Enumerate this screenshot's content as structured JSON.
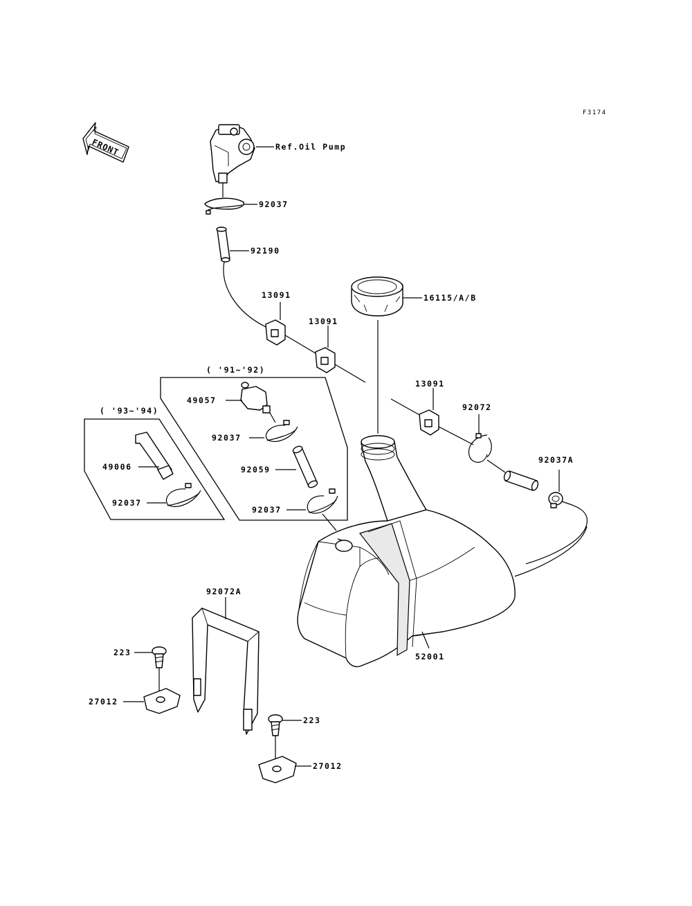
{
  "figure_code": "F3174",
  "front_label": "FRONT",
  "groups": {
    "g91_92": "( '91~'92)",
    "g93_94": "( '93~'94)"
  },
  "labels": {
    "oil_pump": "Ref.Oil Pump",
    "clamp_92037_top": "92037",
    "hose_92190": "92190",
    "clip_13091_a": "13091",
    "clip_13091_b": "13091",
    "clip_13091_c": "13091",
    "cap_16115": "16115/A/B",
    "clamp_92072": "92072",
    "clamp_92037A": "92037A",
    "filter_49057": "49057",
    "clamp_92037_mid": "92037",
    "hose_92059": "92059",
    "clamp_92037_low": "92037",
    "strainer_49006": "49006",
    "clamp_92037_left": "92037",
    "band_92072A": "92072A",
    "bolt_223_left": "223",
    "bracket_27012_left": "27012",
    "tank_52001": "52001",
    "bolt_223_right": "223",
    "bracket_27012_right": "27012"
  }
}
